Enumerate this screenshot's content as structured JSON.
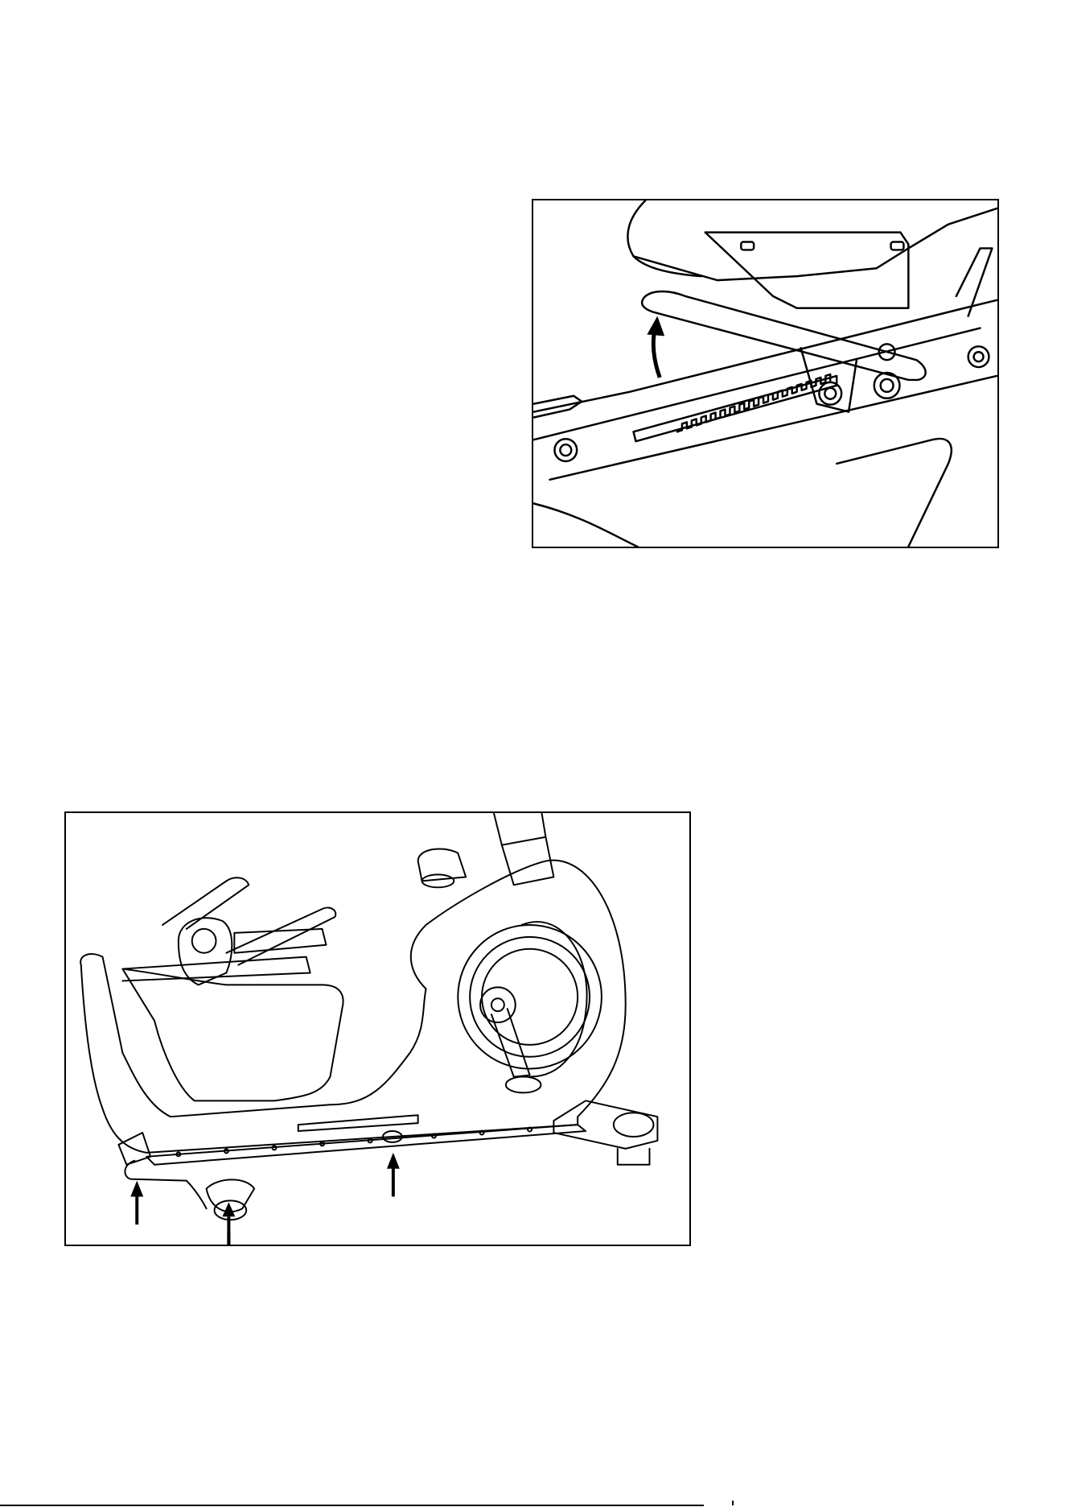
{
  "page": {
    "background": "#ffffff",
    "line_color": "#000000"
  },
  "figures": [
    {
      "id": "seat-lever-detail",
      "arrow_count": 1
    },
    {
      "id": "bike-overview",
      "arrow_count": 3
    }
  ]
}
